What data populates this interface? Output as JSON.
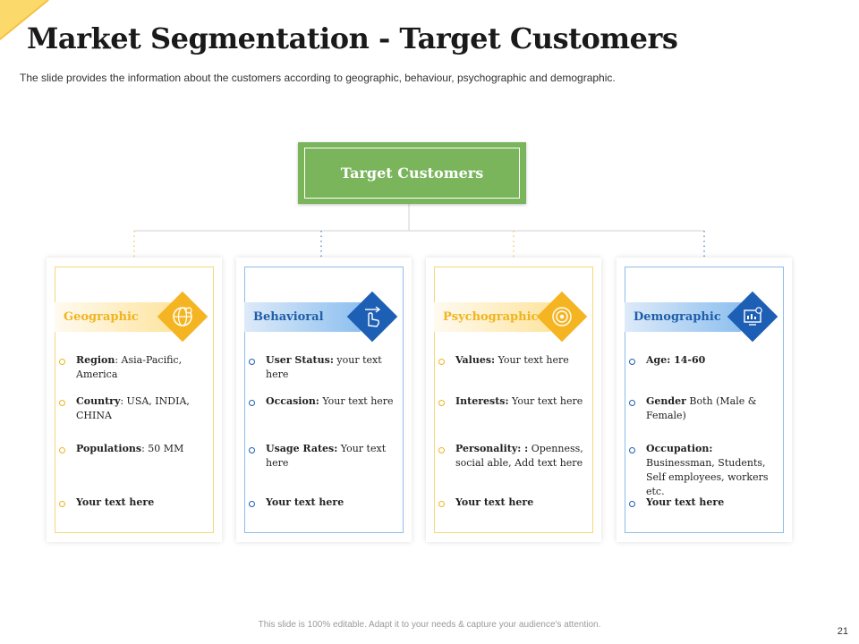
{
  "title": "Market Segmentation - Target Customers",
  "subtitle": "The slide provides the information  about the customers according to geographic,  behaviour,  psychographic  and demographic.",
  "root": {
    "label": "Target Customers"
  },
  "colors": {
    "green": "#7ab55c",
    "yellow": "#f5b523",
    "blue": "#1d5fb4",
    "light_blue": "#8ec0ef",
    "light_yellow": "#fde5a2"
  },
  "segments": [
    {
      "label": "Geographic",
      "icon": "globe-gears-icon",
      "items": [
        {
          "key": "Region",
          "text": ": Asia-Pacific, America"
        },
        {
          "key": "Country",
          "text": ":  USA, INDIA, CHINA"
        },
        {
          "key": "Populations",
          "text": ":  50 MM"
        },
        {
          "key": "Your text here",
          "text": ""
        }
      ]
    },
    {
      "label": "Behavioral",
      "icon": "hand-pointer-icon",
      "items": [
        {
          "key": "User Status:",
          "text": " your text here"
        },
        {
          "key": "Occasion:",
          "text": "  Your text here"
        },
        {
          "key": "Usage Rates:",
          "text": " Your text here"
        },
        {
          "key": "Your text here",
          "text": ""
        }
      ]
    },
    {
      "label": "Psychographic",
      "icon": "target-icon",
      "items": [
        {
          "key": "Values:",
          "text": " Your text here"
        },
        {
          "key": "Interests:",
          "text": " Your text here"
        },
        {
          "key": "Personality: :",
          "text": " Openness, social able,  Add text  here"
        },
        {
          "key": "Your text here",
          "text": ""
        }
      ]
    },
    {
      "label": "Demographic",
      "icon": "chart-monitor-icon",
      "items": [
        {
          "key": "Age: 14-60",
          "text": ""
        },
        {
          "key": "Gender",
          "text": " Both (Male & Female)"
        },
        {
          "key": "Occupation:",
          "text": " Businessman, Students, Self employees, workers etc."
        },
        {
          "key": "Your text here",
          "text": ""
        }
      ]
    }
  ],
  "footer": "This slide is 100% editable. Adapt it to your needs & capture your audience's attention.",
  "page_number": "21"
}
